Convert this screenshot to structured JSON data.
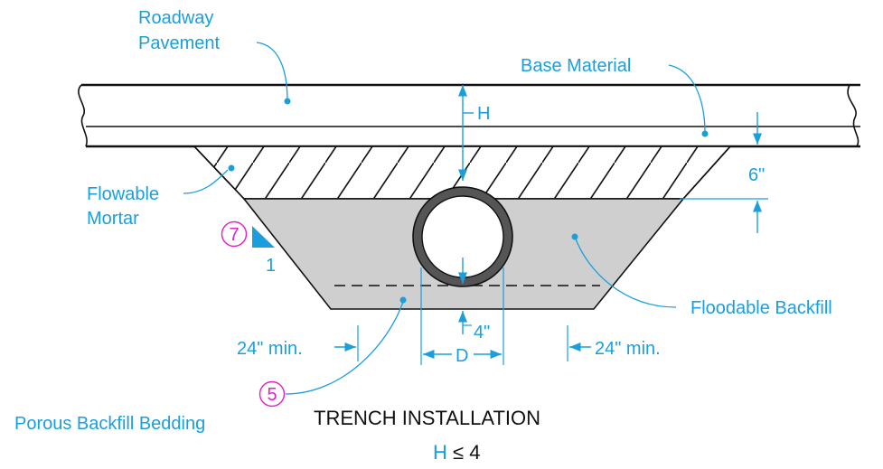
{
  "colors": {
    "label": "#1a9fdc",
    "callout": "#e020c8",
    "line": "#111111",
    "backfill": "#cfcfcf",
    "pipe": "#555555"
  },
  "labels": {
    "roadway_pavement_line1": "Roadway",
    "roadway_pavement_line2": "Pavement",
    "base_material": "Base Material",
    "flowable_mortar_line1": "Flowable",
    "flowable_mortar_line2": "Mortar",
    "floodable_backfill": "Floodable Backfill",
    "porous_backfill_bedding": "Porous Backfill Bedding"
  },
  "dimensions": {
    "h": "H",
    "six_inch": "6\"",
    "four_inch": "4\"",
    "d": "D",
    "left_clearance": "24\" min.",
    "right_clearance": "24\" min.",
    "slope_run": "1"
  },
  "callouts": {
    "slope": "7",
    "bedding": "5"
  },
  "title": "TRENCH INSTALLATION",
  "condition": {
    "variable": "H",
    "expression": " ≤ 4"
  }
}
